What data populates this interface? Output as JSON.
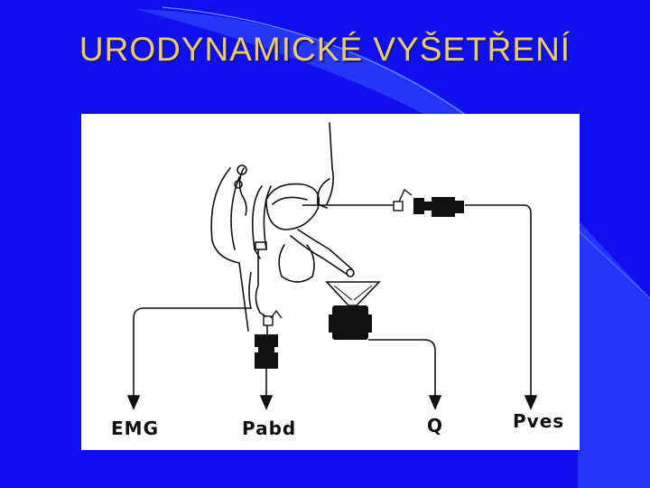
{
  "slide": {
    "title": "URODYNAMICKÉ  VYŠETŘENÍ",
    "background_color": "#1010ee",
    "title_color": "#e8c97a"
  },
  "diagram": {
    "labels": {
      "emg": "EMG",
      "pabd": "Pabd",
      "q": "Q",
      "pves": "Pves"
    }
  }
}
